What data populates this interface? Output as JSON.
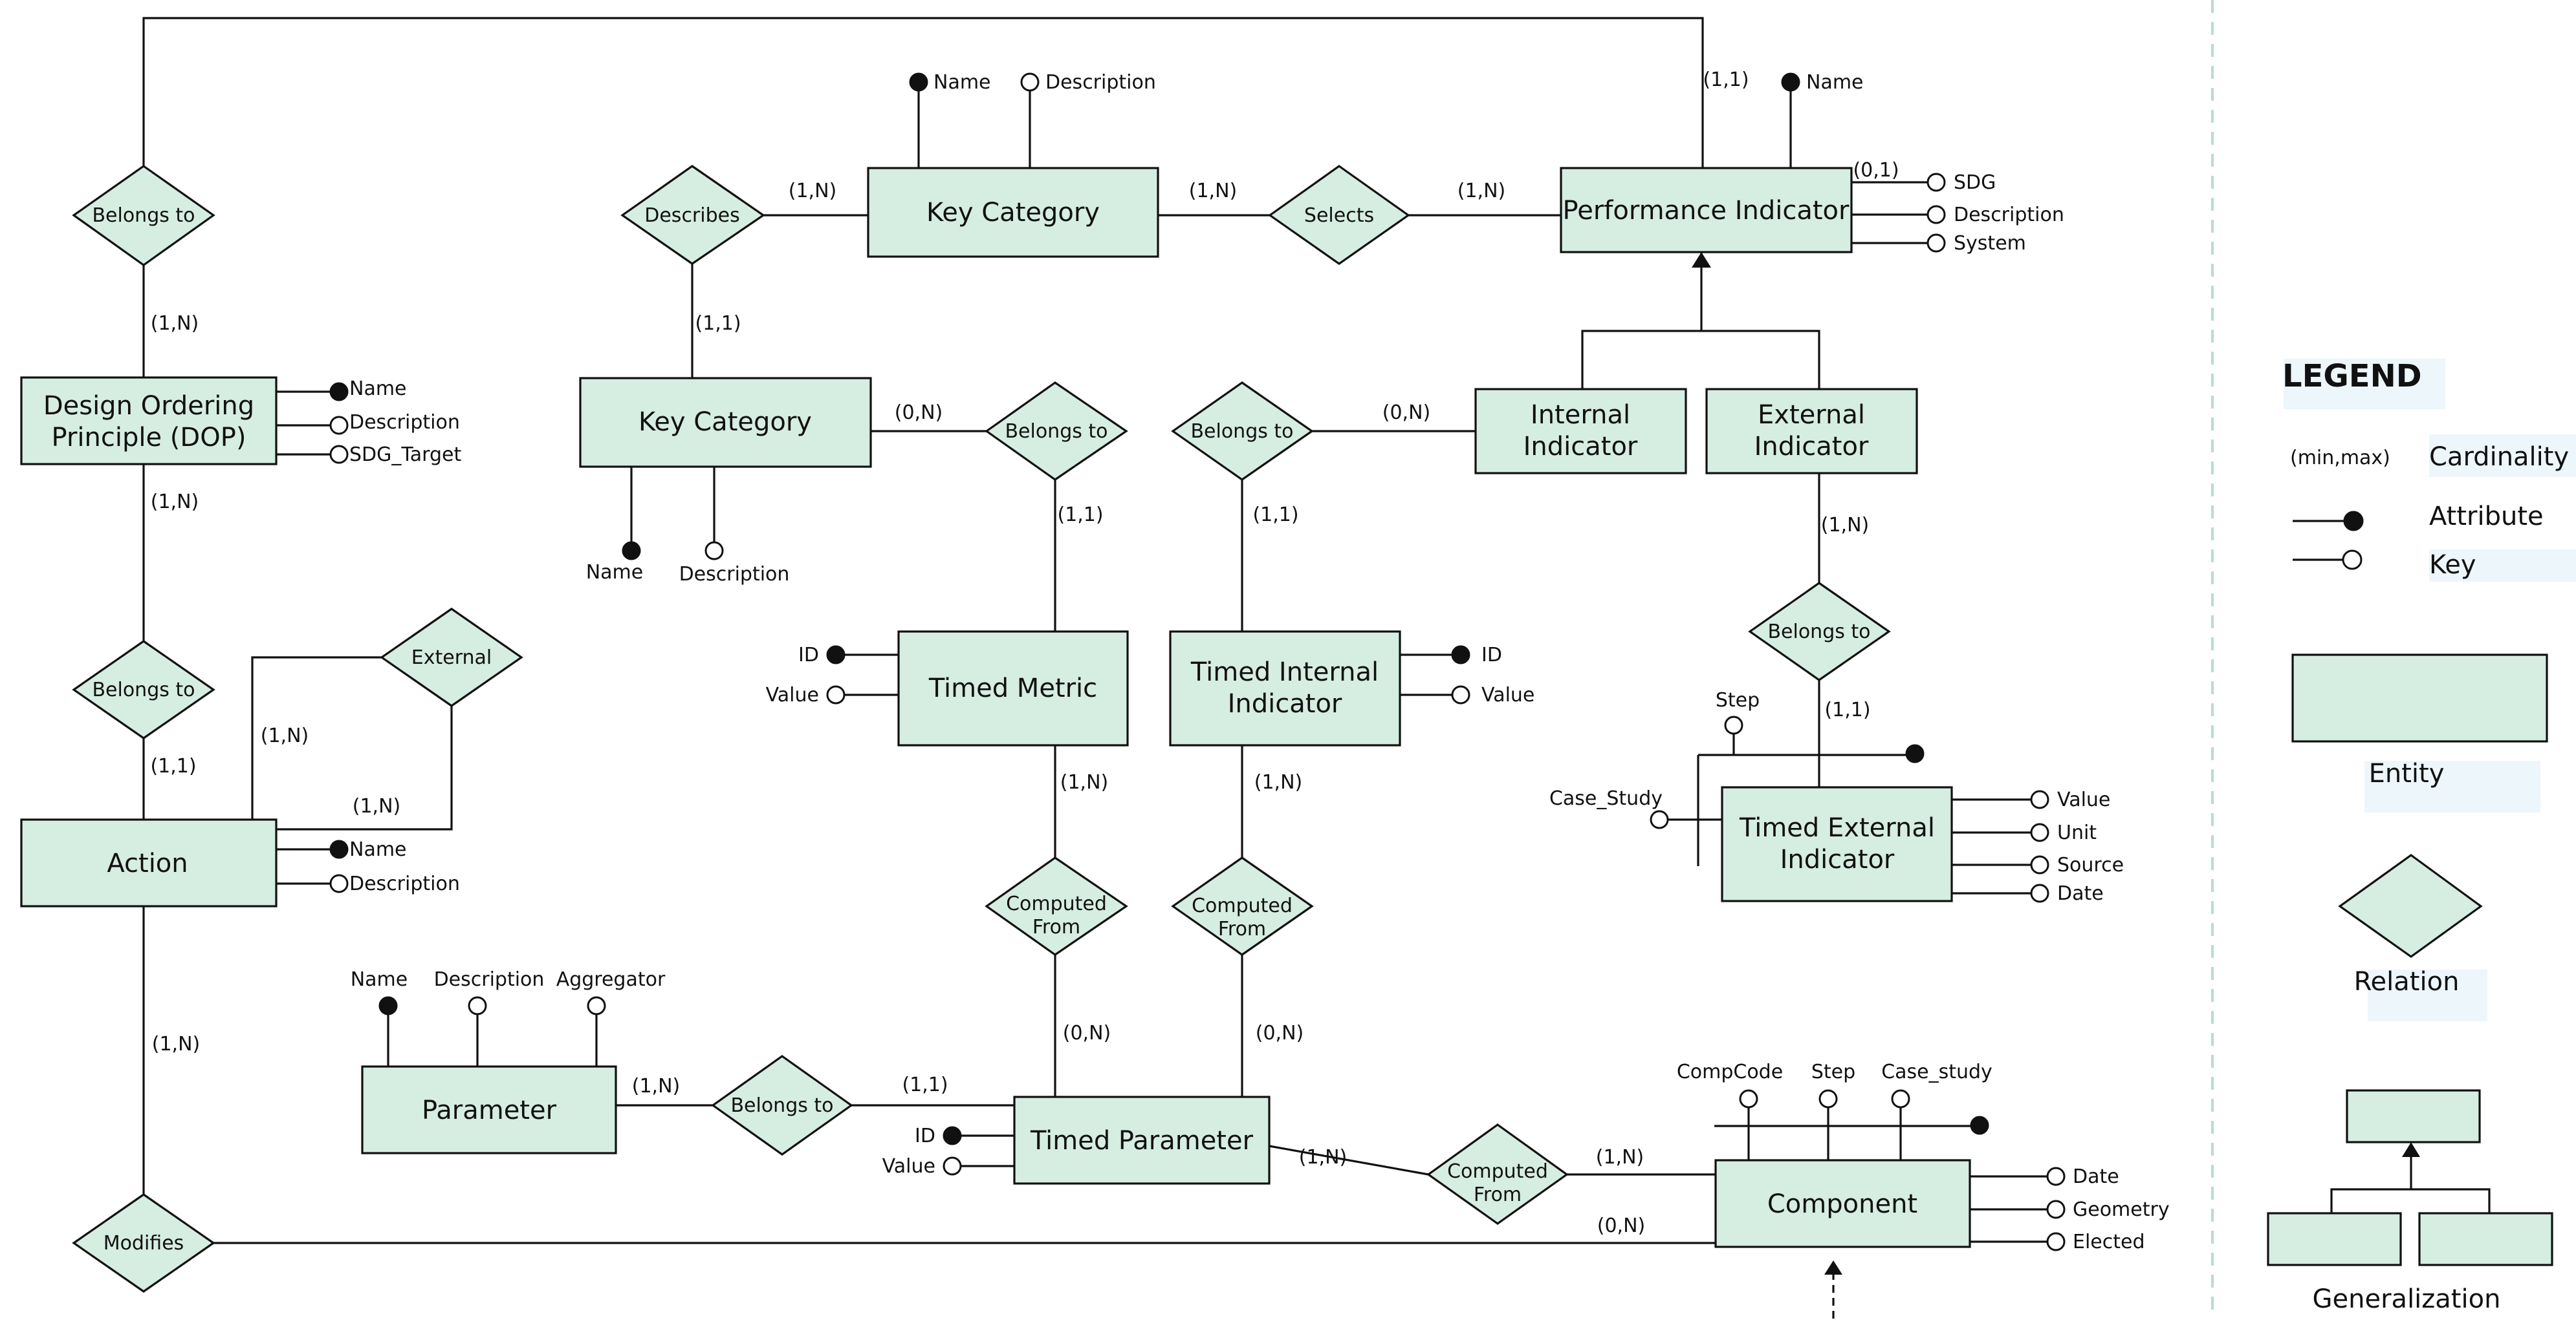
{
  "entities": {
    "key_category_top": "Key Category",
    "performance_indicator": "Performance Indicator",
    "dop": [
      "Design Ordering",
      "Principle (DOP)"
    ],
    "key_category_mid": "Key Category",
    "internal_indicator": [
      "Internal",
      "Indicator"
    ],
    "external_indicator": [
      "External",
      "Indicator"
    ],
    "timed_metric": "Timed Metric",
    "timed_internal_indicator": [
      "Timed Internal",
      "Indicator"
    ],
    "timed_external_indicator": [
      "Timed External",
      "Indicator"
    ],
    "action": "Action",
    "parameter": "Parameter",
    "timed_parameter": "Timed Parameter",
    "component": "Component"
  },
  "relations": {
    "belongs_to": "Belongs to",
    "describes": "Describes",
    "selects": "Selects",
    "external": "External",
    "computed_from": [
      "Computed",
      "From"
    ],
    "modifies": "Modifies"
  },
  "attributes": {
    "name": "Name",
    "description": "Description",
    "sdg": "SDG",
    "system": "System",
    "sdg_target": "SDG_Target",
    "id": "ID",
    "value": "Value",
    "step": "Step",
    "case_study_upper": "Case_Study",
    "case_study_lower": "Case_study",
    "unit": "Unit",
    "source": "Source",
    "date": "Date",
    "aggregator": "Aggregator",
    "compcode": "CompCode",
    "geometry": "Geometry",
    "elected": "Elected"
  },
  "cardinalities": {
    "one_n": "(1,N)",
    "one_one": "(1,1)",
    "zero_n": "(0,N)",
    "zero_one": "(0,1)"
  },
  "legend": {
    "title": "LEGEND",
    "cardinality_symbol": "(min,max)",
    "cardinality": "Cardinality",
    "attribute": "Attribute",
    "key": "Key",
    "entity": "Entity",
    "relation": "Relation",
    "generalization": "Generalization"
  },
  "colors": {
    "fill": "#d6ede2",
    "stroke": "#111111",
    "divider": "#b9dccf",
    "legend_highlight": "#edf6fb"
  }
}
